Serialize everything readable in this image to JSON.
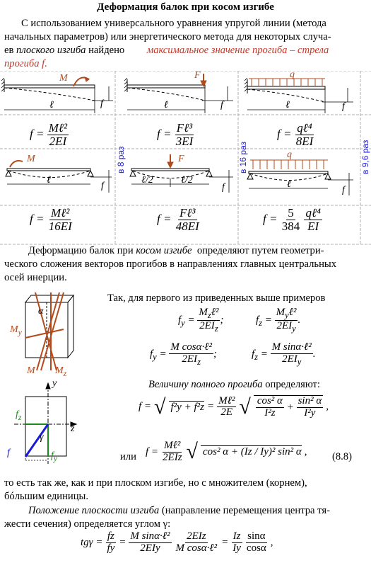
{
  "title": "Деформация балок при косом изгибе",
  "intro": {
    "line1": "С использованием универсального уравнения упругой линии (метода",
    "line2": "начальных параметров) или энергетического метода для некоторых случа-",
    "line3_a": "ев ",
    "line3_b": "плоского изгиба",
    "line3_c": " найдено ",
    "line3_red": "максимальное значение прогиба – стрела",
    "line4_red": "прогиба f."
  },
  "panels": {
    "cantilever_moment": {
      "load": "M",
      "length": "ℓ",
      "defl": "f"
    },
    "cantilever_force": {
      "load": "F",
      "length": "ℓ",
      "defl": "f"
    },
    "cantilever_q": {
      "load": "q",
      "length": "ℓ",
      "defl": "f"
    },
    "simple_moment": {
      "load": "M",
      "length": "ℓ",
      "defl": "f"
    },
    "simple_force": {
      "load": "F",
      "half1": "ℓ/2",
      "half2": "ℓ/2",
      "defl": "f"
    },
    "simple_q": {
      "load": "q",
      "length": "ℓ",
      "defl": "f"
    }
  },
  "formulas_row1": [
    {
      "lhs": "f =",
      "num": "Mℓ²",
      "den": "2EI"
    },
    {
      "lhs": "f =",
      "num": "Fℓ³",
      "den": "3EI"
    },
    {
      "lhs": "f =",
      "num": "qℓ⁴",
      "den": "8EI"
    }
  ],
  "formulas_row2": [
    {
      "lhs": "f =",
      "num": "Mℓ²",
      "den": "16EI"
    },
    {
      "lhs": "f =",
      "num": "Fℓ³",
      "den": "48EI"
    },
    {
      "lhs": "f =",
      "coef_num": "5",
      "coef_den": "384",
      "num": "qℓ⁴",
      "den": "EI"
    }
  ],
  "ratios": [
    "в 8 раз",
    "в 16 раз",
    "в 9,6 раз"
  ],
  "para2": {
    "a": "Деформацию балок при ",
    "b": "косом изгибе",
    "c": "  определяют путем геометри-",
    "line2": "ческого сложения векторов прогибов в направлениях главных центральных",
    "line3": "осей инерции."
  },
  "figure": {
    "alpha": "α",
    "My": "M",
    "My_sub": "y",
    "M": "M",
    "Mz": "M",
    "Mz_sub": "z",
    "y": "y",
    "z": "z",
    "fz": "f",
    "fz_sub": "z",
    "fy": "f",
    "fy_sub": "y",
    "f": "f",
    "gamma": "γ"
  },
  "eqs": {
    "lead": "Так, для первого из приведенных выше примеров",
    "fy1": {
      "lhs": "f",
      "sub": "y",
      "num": "M",
      "numsub": "z",
      "num2": "ℓ²",
      "den": "2EI",
      "densub": "z"
    },
    "fz1": {
      "lhs": "f",
      "sub": "z",
      "num": "M",
      "numsub": "y",
      "num2": "ℓ²",
      "den": "2EI",
      "densub": "y"
    },
    "fy2": {
      "num": "M cosα·ℓ²",
      "den": "2EI",
      "densub": "z"
    },
    "fz2": {
      "num": "M sinα·ℓ²",
      "den": "2EI",
      "densub": "y"
    },
    "full_lead_a": "Величину полного прогиба",
    "full_lead_b": " определяют:",
    "f_full": {
      "lhs": "f =",
      "rad": "f²y + f²z",
      "eq": "=",
      "num": "Mℓ²",
      "den": "2E",
      "t1n": "cos² α",
      "t1d": "I²z",
      "t2n": "sin² α",
      "t2d": "I²y"
    },
    "or": "или",
    "f_88": {
      "num": "Mℓ²",
      "den": "2EIz",
      "body": "cos² α + (Iz / Iy)² sin² α",
      "tag": "(8.8)"
    }
  },
  "para3": {
    "line1": "то есть так же, как и при плоском изгибе, но с множителем (корнем),",
    "line2": "бóльшим единицы."
  },
  "para4": {
    "a": "Положение плоскости изгиба",
    "b": " (направление перемещения центра тя-",
    "line2": "жести сечения) определяется углом γ:"
  },
  "tg": {
    "lhs": "tgγ =",
    "f1n": "fz",
    "f1d": "fy",
    "f2n": "M sinα·ℓ²",
    "f2d": "2EIy",
    "f3n": "2EIz",
    "f3d": "M cosα·ℓ²",
    "f4n": "Iz",
    "f4d": "Iy",
    "f5n": "sinα",
    "f5d": "cosα"
  }
}
